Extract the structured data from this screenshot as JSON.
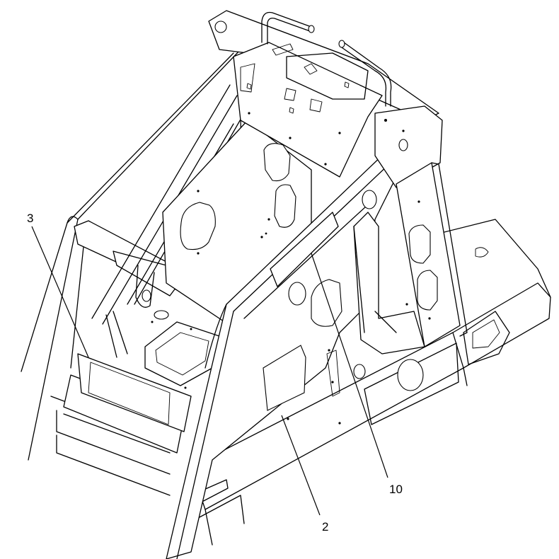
{
  "callouts": [
    {
      "id": "3",
      "label": "3"
    },
    {
      "id": "10",
      "label": "10"
    },
    {
      "id": "2",
      "label": "2"
    }
  ]
}
